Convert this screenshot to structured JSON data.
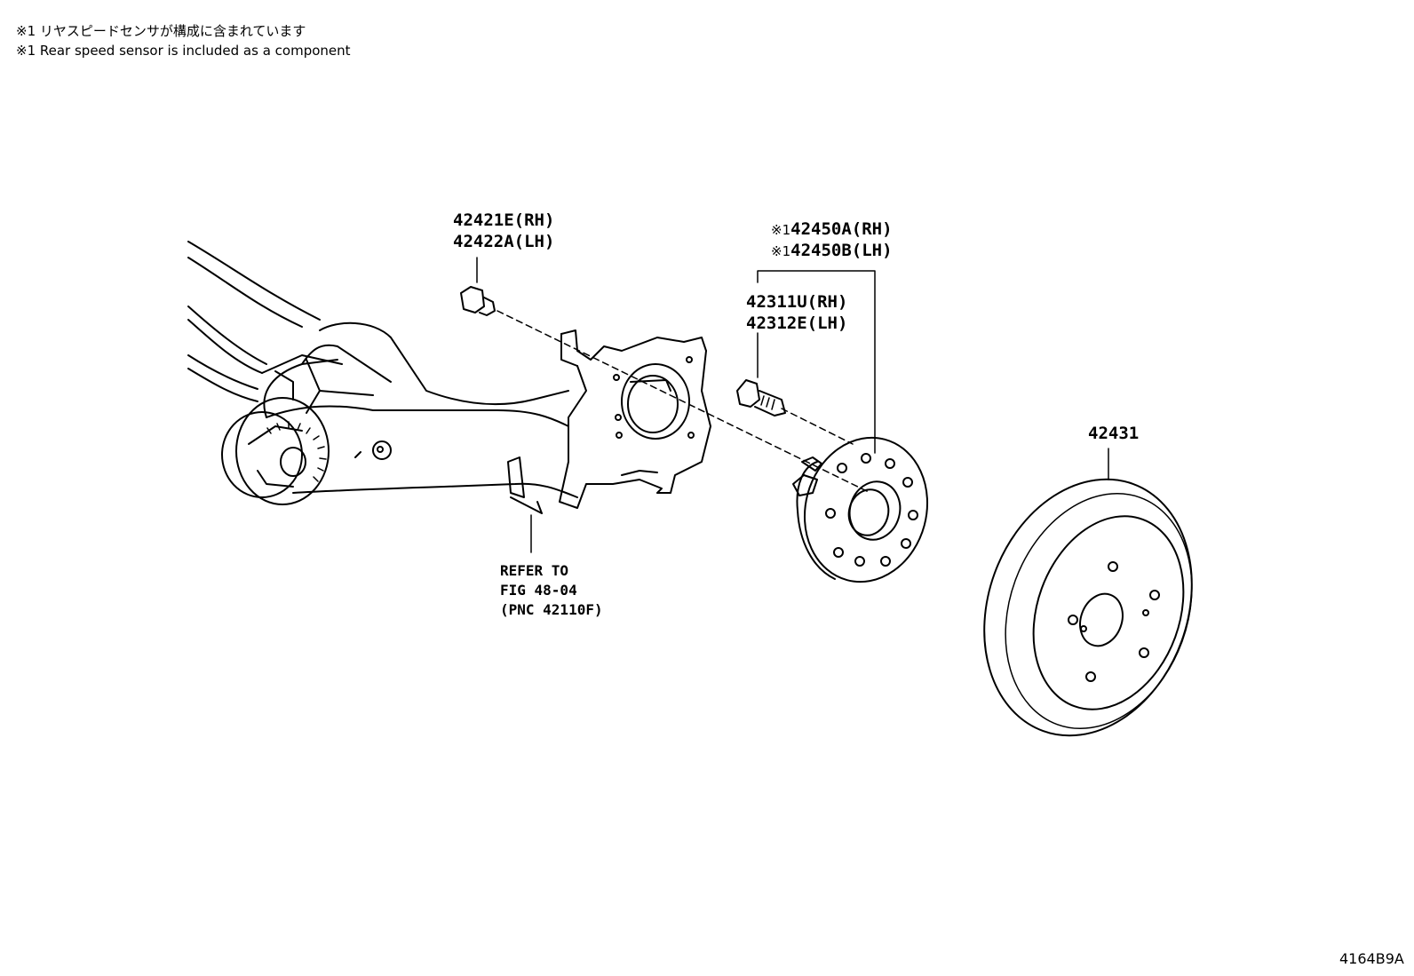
{
  "notes": {
    "jp": "※1 リヤスピードセンサが構成に含まれています",
    "en": "※1 Rear speed sensor is included as a component"
  },
  "parts": {
    "bolt_rh": "42421E(RH)",
    "bolt_lh": "42422A(LH)",
    "hub_mark": "※1",
    "hub_rh": "42450A(RH)",
    "hub_lh": "42450B(LH)",
    "stud_rh": "42311U(RH)",
    "stud_lh": "42312E(LH)",
    "disc": "42431"
  },
  "reference": {
    "line1": "REFER TO",
    "line2": "FIG 48-04",
    "line3": "(PNC 42110F)"
  },
  "diagram_code": "4164B9A"
}
